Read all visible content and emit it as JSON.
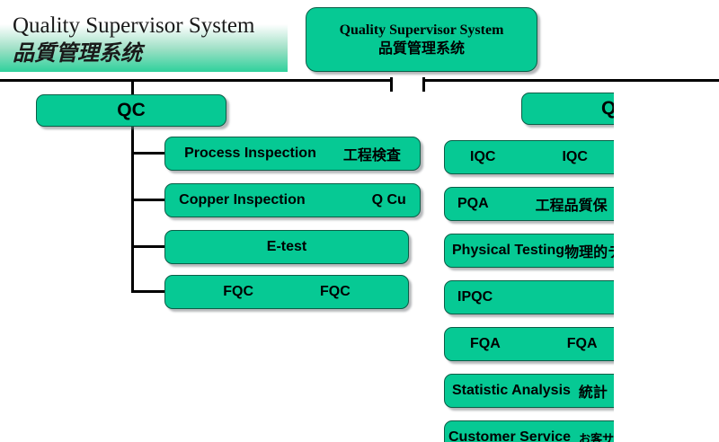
{
  "banner": {
    "english": "Quality Supervisor System",
    "cjk": "品質管理系统"
  },
  "root": {
    "english": "Quality Supervisor System",
    "cjk": "品質管理系统"
  },
  "branches": {
    "qc": {
      "label": "QC",
      "children": [
        {
          "en": "Process Inspection",
          "cjk": "工程検査"
        },
        {
          "en": "Copper Inspection",
          "cjk": "Q Cu"
        },
        {
          "en": "E-test",
          "cjk": ""
        },
        {
          "en": "FQC",
          "cjk": "FQC"
        }
      ]
    },
    "qa": {
      "label": "QA",
      "children": [
        {
          "en": "IQC",
          "cjk": "IQC"
        },
        {
          "en": "PQA",
          "cjk": "工程品質保"
        },
        {
          "en": "Physical Testing",
          "cjk": "物理的テ"
        },
        {
          "en": "IPQC",
          "cjk": ""
        },
        {
          "en": "FQA",
          "cjk": "FQA"
        },
        {
          "en": "Statistic Analysis",
          "cjk": "統計"
        },
        {
          "en": "Customer Service",
          "cjk": "お客サ"
        }
      ]
    }
  },
  "colors": {
    "node_fill": "#06c994",
    "node_border": "#0b5e47",
    "line": "#000000",
    "banner_green": "#2fd19c"
  }
}
